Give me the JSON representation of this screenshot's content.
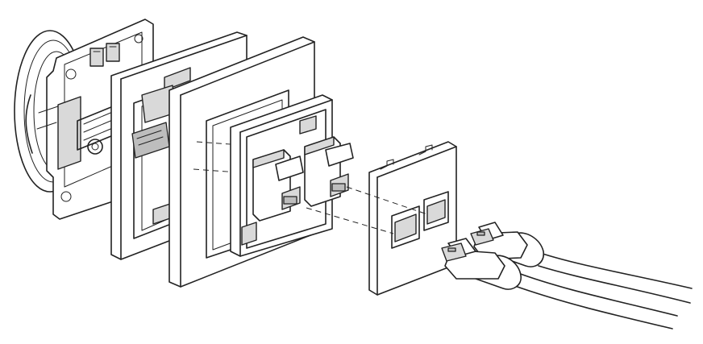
{
  "diagram": {
    "kind": "exploded-assembly",
    "parts": [
      {
        "id": "mounting-box-mechanism",
        "icon": "socket-mechanism-icon"
      },
      {
        "id": "mounting-frame",
        "icon": "frame-icon"
      },
      {
        "id": "cover-frame",
        "icon": "frame-icon"
      },
      {
        "id": "double-usb-module",
        "icon": "usb-module-icon"
      },
      {
        "id": "faceplate",
        "icon": "faceplate-icon"
      },
      {
        "id": "usb-cable-front",
        "icon": "usb-plug-icon"
      },
      {
        "id": "usb-cable-back",
        "icon": "usb-plug-icon"
      }
    ],
    "colors": {
      "line": "#222222",
      "fill": "#ffffff",
      "shade": "#d9d9d9"
    }
  }
}
